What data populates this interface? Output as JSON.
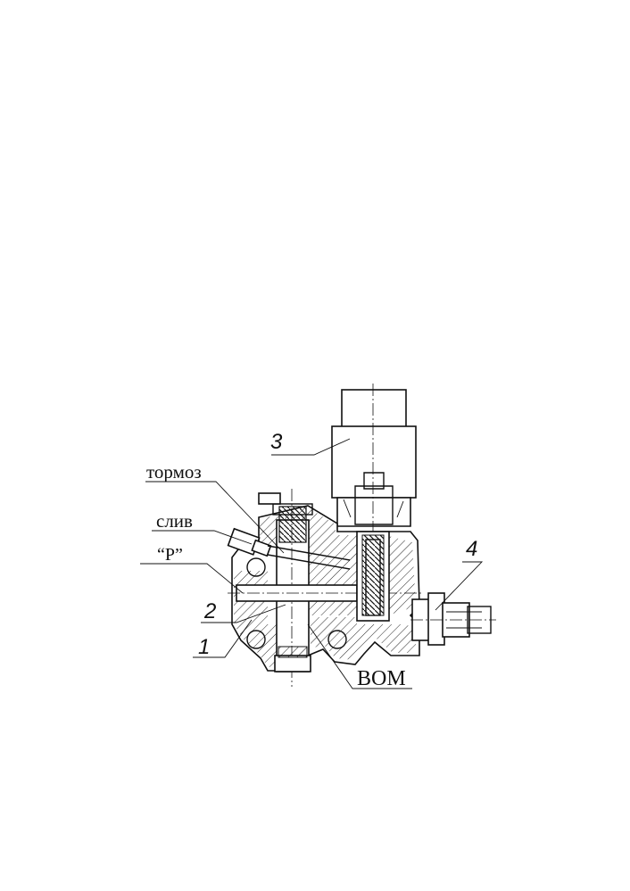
{
  "labels": {
    "tormoz": "тормоз",
    "sliv": "слив",
    "p": "“Р”",
    "vom": "ВОМ",
    "n1": "1",
    "n2": "2",
    "n3": "3",
    "n4": "4"
  },
  "colors": {
    "ink": "#111111",
    "paper": "#ffffff"
  }
}
